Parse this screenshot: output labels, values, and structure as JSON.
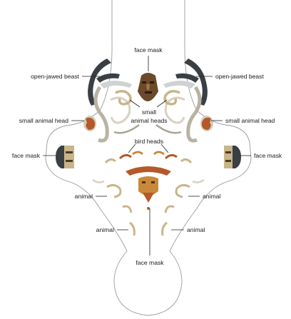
{
  "labels": {
    "face_mask_top": "face mask",
    "open_jawed_beast_left": "open-jawed beast",
    "open_jawed_beast_right": "open-jawed beast",
    "small_heads_line1": "small",
    "small_heads_line2": "animal heads",
    "small_animal_head_left": "small animal head",
    "small_animal_head_right": "small animal head",
    "bird_heads": "bird heads",
    "face_mask_left": "face mask",
    "face_mask_right": "face mask",
    "animal_left_upper": "animal",
    "animal_right_upper": "animal",
    "animal_left_lower": "animal",
    "animal_right_lower": "animal",
    "face_mask_bottom": "face mask"
  },
  "colors": {
    "dark_beast": "#3a3f44",
    "pale_stone": "#d8d2c2",
    "tan": "#c9b58a",
    "rust": "#b5582a",
    "ochre": "#c88a3a",
    "brown": "#6b4a2a",
    "outline": "#9a9a9a"
  }
}
